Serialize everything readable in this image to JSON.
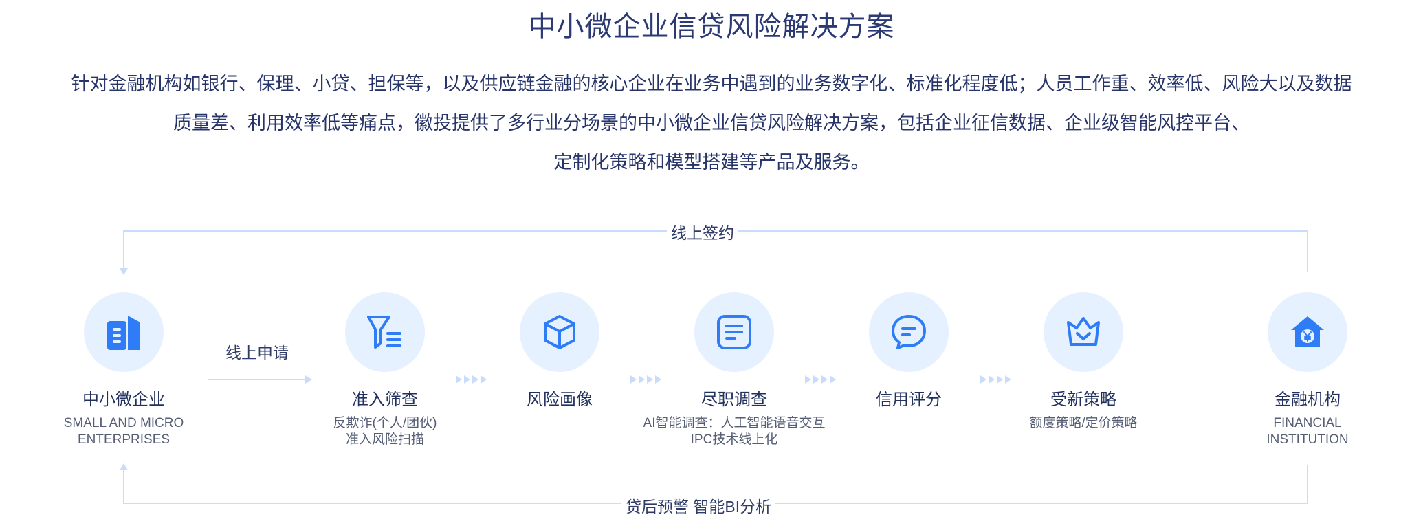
{
  "title": "中小微企业信贷风险解决方案",
  "description": {
    "line1": "针对金融机构如银行、保理、小贷、担保等，以及供应链金融的核心企业在业务中遇到的业务数字化、标准化程度低；人员工作重、效率低、风险大以及数据",
    "line2": "质量差、利用效率低等痛点，徽投提供了多行业分场景的中小微企业信贷风险解决方案，包括企业征信数据、企业级智能风控平台、",
    "line3": "定制化策略和模型搭建等产品及服务。"
  },
  "flow_labels": {
    "top": "线上签约",
    "apply": "线上申请",
    "bottom": "贷后预警  智能BI分析"
  },
  "nodes": [
    {
      "icon": "building-icon",
      "title": "中小微企业",
      "sub1": "SMALL AND MICRO",
      "sub2": "ENTERPRISES"
    },
    {
      "icon": "filter-icon",
      "title": "准入筛查",
      "sub1": "反欺诈(个人/团伙)",
      "sub2": "准入风险扫描"
    },
    {
      "icon": "cube-icon",
      "title": "风险画像",
      "sub1": "",
      "sub2": ""
    },
    {
      "icon": "document-icon",
      "title": "尽职调查",
      "sub1": "AI智能调查：人工智能语音交互",
      "sub2": "IPC技术线上化"
    },
    {
      "icon": "chat-icon",
      "title": "信用评分",
      "sub1": "",
      "sub2": ""
    },
    {
      "icon": "crown-icon",
      "title": "受新策略",
      "sub1": "额度策略/定价策略",
      "sub2": ""
    },
    {
      "icon": "bank-home-icon",
      "title": "金融机构",
      "sub1": "FINANCIAL",
      "sub2": "INSTITUTION"
    }
  ],
  "colors": {
    "icon_blue": "#2f7df6",
    "circle_bg": "#e6f1ff",
    "line": "#c9dcfb",
    "text_dark": "#22305e"
  }
}
